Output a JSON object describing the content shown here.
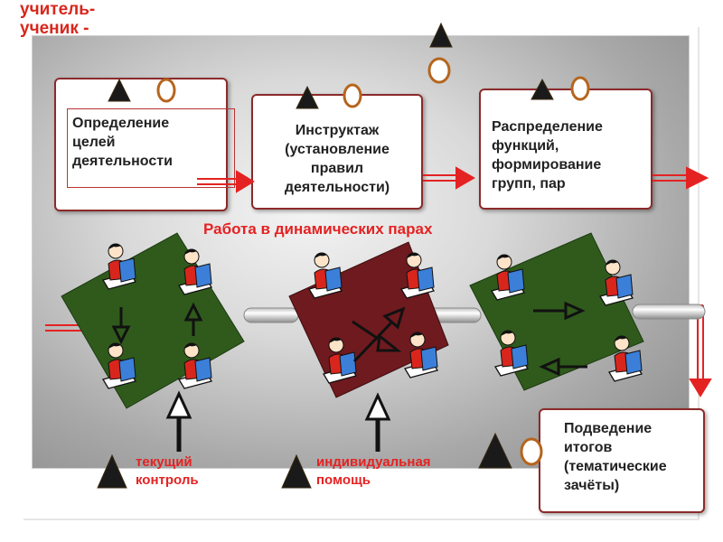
{
  "corner_title": "учитель-\nученик -",
  "steps": [
    {
      "id": "goals",
      "label": "Определение\nцелей\nдеятельности"
    },
    {
      "id": "instruction",
      "label": "Инструктаж\n(установление\nправил\nдеятельности)"
    },
    {
      "id": "distribution",
      "label": "Распределение\nфункций,\nформирование\nгрупп, пар"
    },
    {
      "id": "summary",
      "label": "Подведение\nитогов\n(тематические\nзачёты)"
    }
  ],
  "section_title": "Работа в динамических парах",
  "roles": {
    "current_control": "текущий\nконтроль",
    "individual_help": "индивидуальная\nпомощь"
  },
  "legend_symbols": {
    "teacher": "black-triangle-icon",
    "student": "orange-circle-icon"
  },
  "colors": {
    "box_border": "#8c2a2a",
    "flow_arrow": "#e52222",
    "accent_text": "#e52222",
    "group_green": "#2f5a1c",
    "group_maroon": "#6e1a1e",
    "student_book": "#3b7fd9",
    "student_shirt": "#d9261c",
    "triangle": "#1a1a1a",
    "circle_stroke": "#b5651d"
  }
}
